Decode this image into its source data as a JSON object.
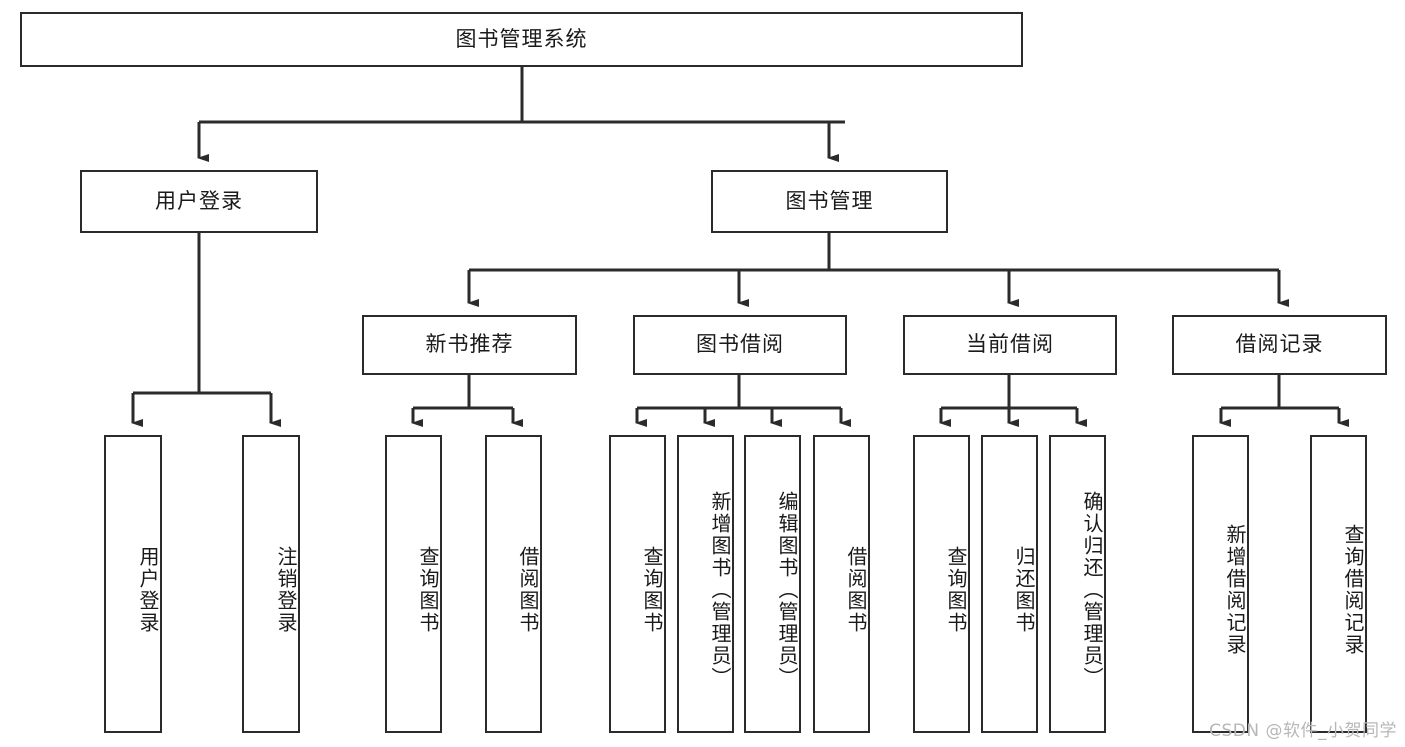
{
  "diagram": {
    "title": "图书管理系统",
    "type": "tree-hierarchy",
    "watermark": "CSDN @软件_小贺同学",
    "colors": {
      "box_border": "#2b2b2b",
      "box_fill": "#ffffff",
      "connector": "#2b2b2b",
      "text": "#1a1a1a",
      "watermark": "#b7b7b7",
      "background": "#ffffff"
    },
    "levels": {
      "root": {
        "label": "图书管理系统"
      },
      "level2": [
        {
          "label": "用户登录"
        },
        {
          "label": "图书管理"
        }
      ],
      "level3": [
        {
          "label": "新书推荐"
        },
        {
          "label": "图书借阅"
        },
        {
          "label": "当前借阅"
        },
        {
          "label": "借阅记录"
        }
      ],
      "leaves": [
        {
          "label": "用户登录",
          "parent": "用户登录"
        },
        {
          "label": "注销登录",
          "parent": "用户登录"
        },
        {
          "label": "查询图书",
          "parent": "新书推荐"
        },
        {
          "label": "借阅图书",
          "parent": "新书推荐"
        },
        {
          "label": "查询图书",
          "parent": "图书借阅"
        },
        {
          "label": "新增图书（管理员）",
          "parent": "图书借阅"
        },
        {
          "label": "编辑图书（管理员）",
          "parent": "图书借阅"
        },
        {
          "label": "借阅图书",
          "parent": "图书借阅"
        },
        {
          "label": "查询图书",
          "parent": "当前借阅"
        },
        {
          "label": "归还图书",
          "parent": "当前借阅"
        },
        {
          "label": "确认归还（管理员）",
          "parent": "当前借阅"
        },
        {
          "label": "新增借阅记录",
          "parent": "借阅记录"
        },
        {
          "label": "查询借阅记录",
          "parent": "借阅记录"
        }
      ]
    }
  }
}
